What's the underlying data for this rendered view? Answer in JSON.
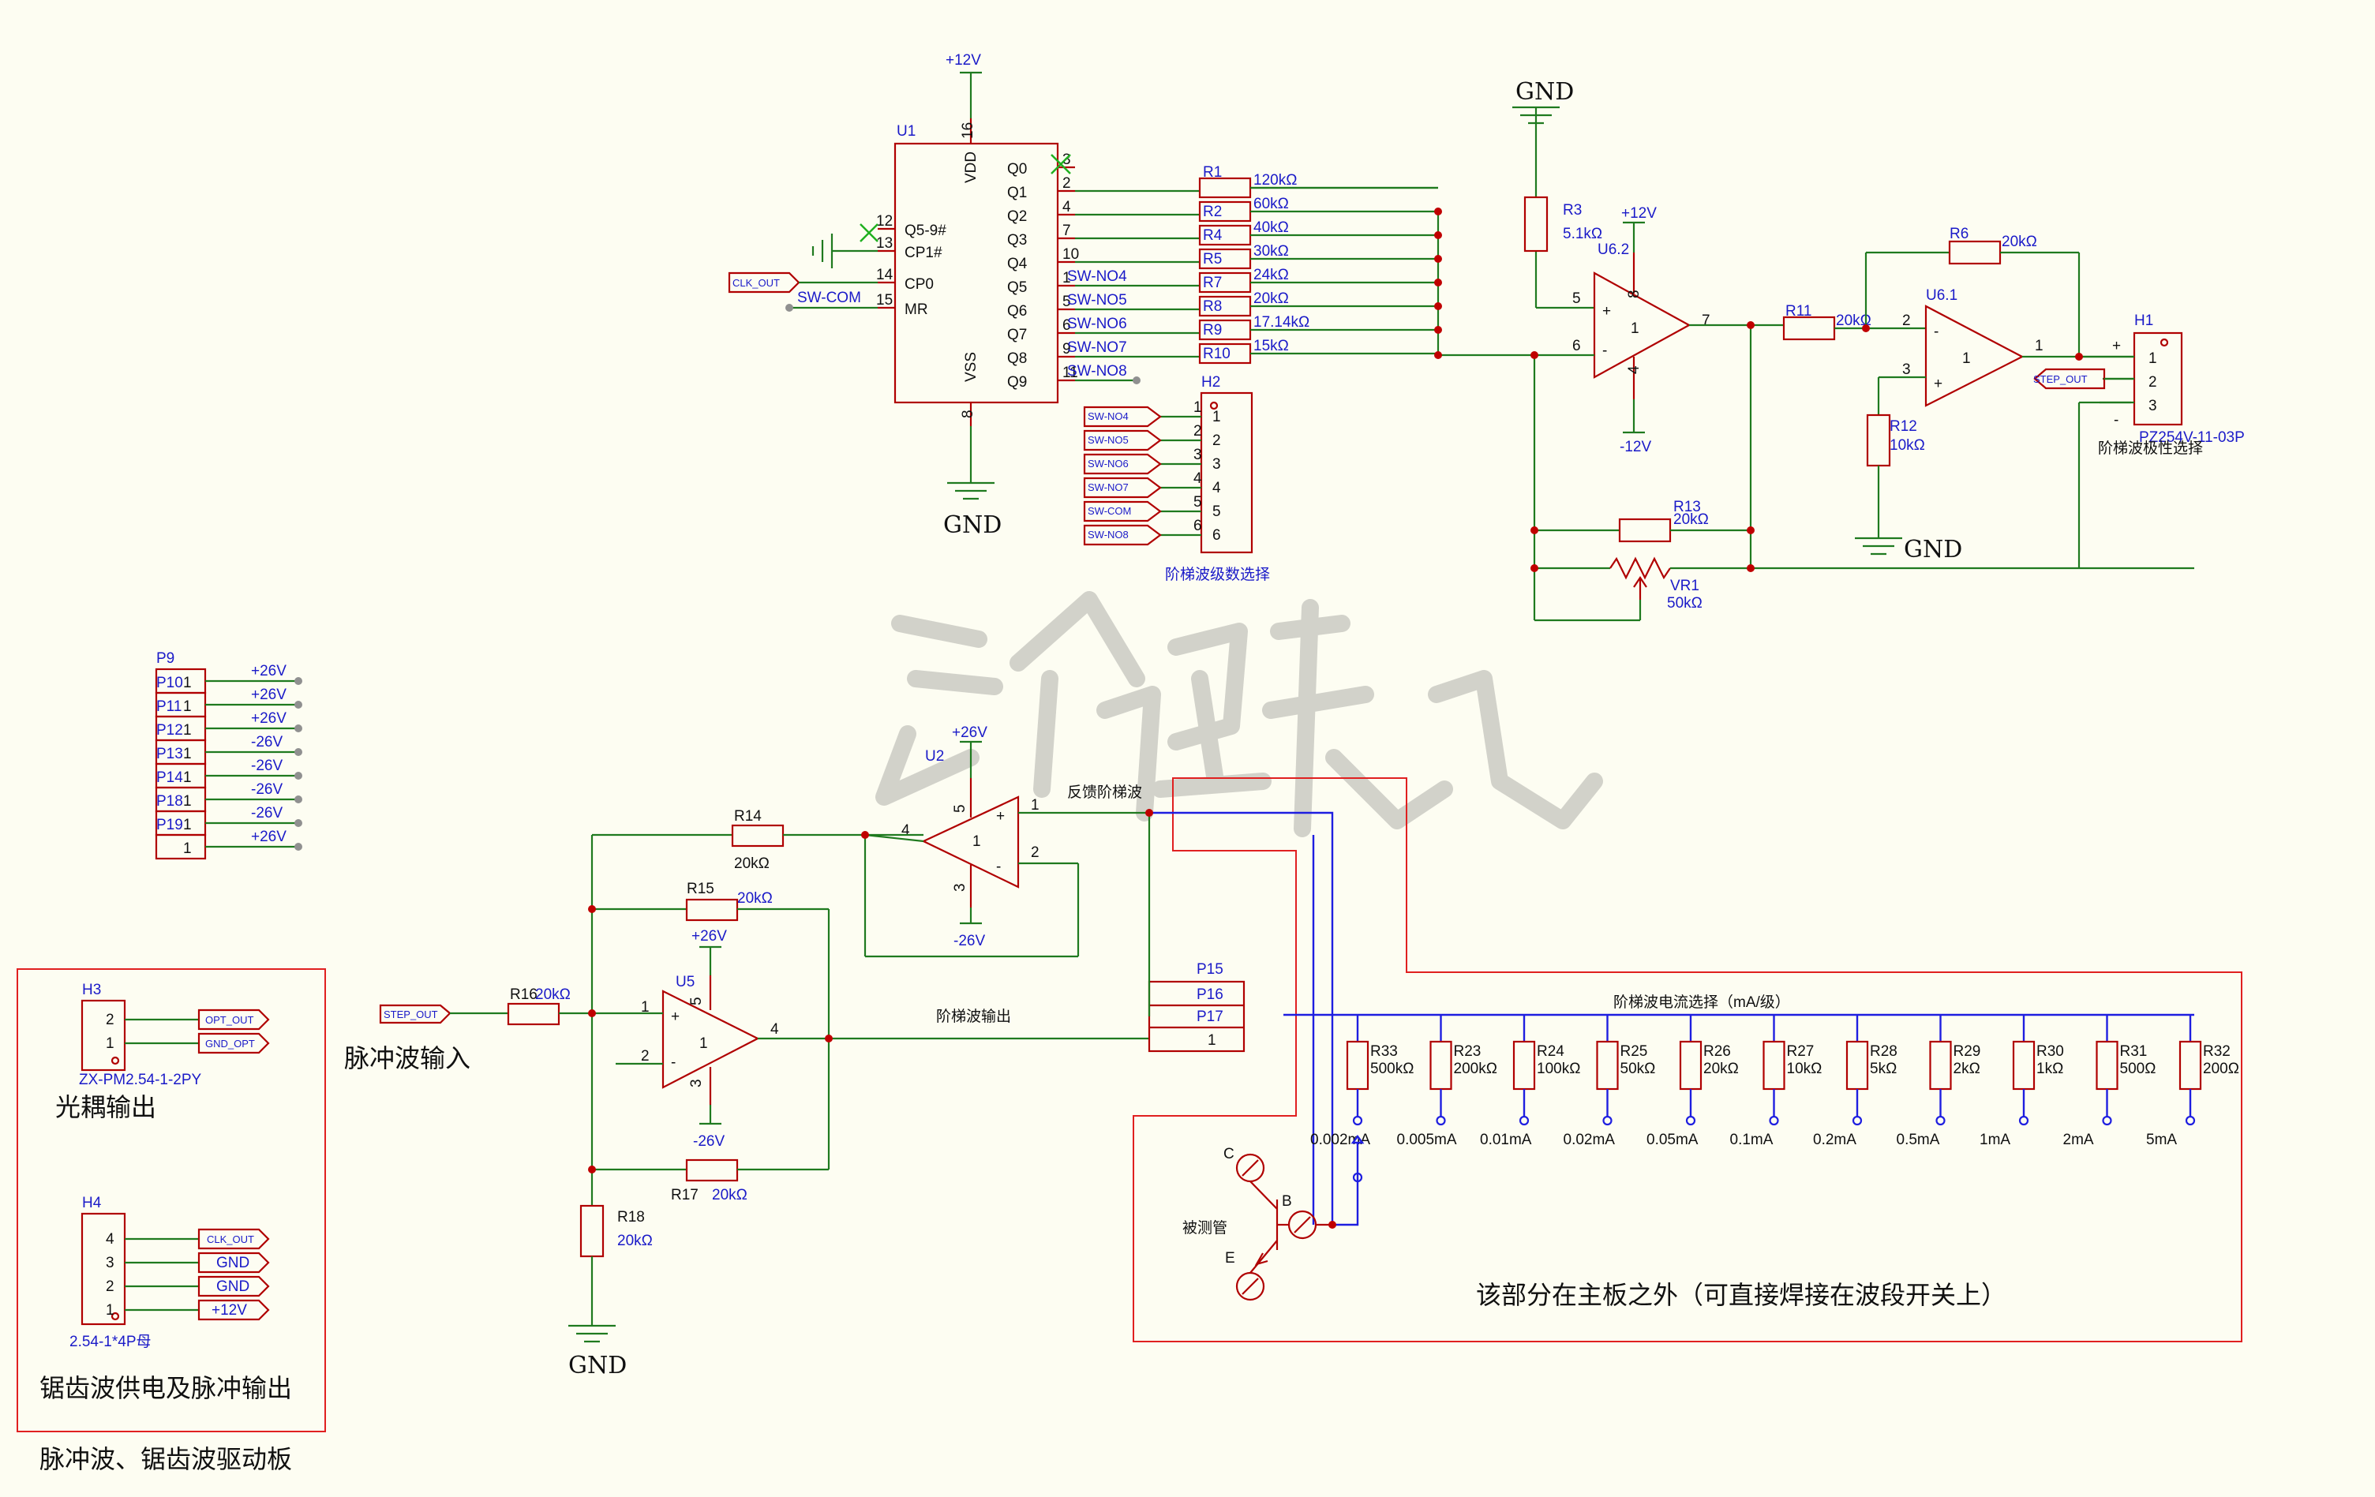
{
  "colors": {
    "wire": "#1f7a1f",
    "bus": "#1e1ee0",
    "part": "#b00000",
    "frame": "#e02020",
    "text": "#1a1ac8"
  },
  "power": {
    "p12": "+12V",
    "n12": "-12V",
    "p26": "+26V",
    "n26": "-26V",
    "gnd": "GND"
  },
  "u1": {
    "ref": "U1",
    "vdd": "VDD",
    "vss": "VSS",
    "pin_vdd": "16",
    "pin_vss": "8",
    "inputs": [
      {
        "pin": "12",
        "name": "Q5-9#"
      },
      {
        "pin": "13",
        "name": "CP1#"
      },
      {
        "pin": "14",
        "name": "CP0"
      },
      {
        "pin": "15",
        "name": "MR"
      }
    ],
    "outputs": [
      {
        "q": "Q0",
        "pin": "3",
        "net": ""
      },
      {
        "q": "Q1",
        "pin": "2",
        "net": ""
      },
      {
        "q": "Q2",
        "pin": "4",
        "net": ""
      },
      {
        "q": "Q3",
        "pin": "7",
        "net": ""
      },
      {
        "q": "Q4",
        "pin": "10",
        "net": ""
      },
      {
        "q": "Q5",
        "pin": "1",
        "net": "SW-NO4"
      },
      {
        "q": "Q6",
        "pin": "5",
        "net": "SW-NO5"
      },
      {
        "q": "Q7",
        "pin": "6",
        "net": "SW-NO6"
      },
      {
        "q": "Q8",
        "pin": "9",
        "net": "SW-NO7"
      },
      {
        "q": "Q9",
        "pin": "11",
        "net": "SW-NO8"
      }
    ],
    "clk_tag": "CLK_OUT",
    "swcom": "SW-COM"
  },
  "rladder": [
    {
      "ref": "R1",
      "val": "120kΩ"
    },
    {
      "ref": "R2",
      "val": "60kΩ"
    },
    {
      "ref": "R4",
      "val": "40kΩ"
    },
    {
      "ref": "R5",
      "val": "30kΩ"
    },
    {
      "ref": "R7",
      "val": "24kΩ"
    },
    {
      "ref": "R8",
      "val": "20kΩ"
    },
    {
      "ref": "R9",
      "val": "17.14kΩ"
    },
    {
      "ref": "R10",
      "val": "15kΩ"
    }
  ],
  "h2": {
    "ref": "H2",
    "title": "阶梯波级数选择",
    "pins": [
      "1",
      "2",
      "3",
      "4",
      "5",
      "6"
    ],
    "tags": [
      "SW-NO4",
      "SW-NO5",
      "SW-NO6",
      "SW-NO7",
      "SW-COM",
      "SW-NO8"
    ]
  },
  "u62": {
    "ref": "U6.2",
    "pin_in_p": "5",
    "pin_in_n": "6",
    "pin_out": "7",
    "pin_vp": "8",
    "pin_vn": "4",
    "plus": "+",
    "minus": "-",
    "unit": "1"
  },
  "u61": {
    "ref": "U6.1",
    "pin_in_n": "2",
    "pin_in_p": "3",
    "pin_out": "1",
    "plus": "+",
    "minus": "-",
    "unit": "1"
  },
  "r3": {
    "ref": "R3",
    "val": "5.1kΩ"
  },
  "r6": {
    "ref": "R6",
    "val": "20kΩ"
  },
  "r11": {
    "ref": "R11",
    "val": "20kΩ"
  },
  "r12": {
    "ref": "R12",
    "val": "10kΩ"
  },
  "r13": {
    "ref": "R13",
    "val": "20kΩ"
  },
  "vr1": {
    "ref": "VR1",
    "val": "50kΩ"
  },
  "h1": {
    "ref": "H1",
    "part": "PZ254V-11-03P",
    "title": "阶梯波极性选择",
    "pins": [
      "1",
      "2",
      "3"
    ],
    "plus": "+",
    "minus": "-",
    "tag": "STEP_OUT"
  },
  "p9": {
    "ref": "P9",
    "rows": [
      {
        "ref": "P10",
        "pin": "1",
        "net": "+26V"
      },
      {
        "ref": "P11",
        "pin": "1",
        "net": "+26V"
      },
      {
        "ref": "P12",
        "pin": "1",
        "net": "+26V"
      },
      {
        "ref": "P13",
        "pin": "1",
        "net": "-26V"
      },
      {
        "ref": "P14",
        "pin": "1",
        "net": "-26V"
      },
      {
        "ref": "P18",
        "pin": "1",
        "net": "-26V"
      },
      {
        "ref": "P19",
        "pin": "1",
        "net": "-26V"
      },
      {
        "ref": "",
        "pin": "1",
        "net": "+26V"
      }
    ]
  },
  "u2": {
    "ref": "U2",
    "label": "反馈阶梯波",
    "pin4": "4",
    "pin2": "2",
    "pin1": "1",
    "pin5": "5",
    "pin3": "3",
    "unit": "1",
    "plus": "+",
    "minus": "-"
  },
  "r14": {
    "ref": "R14",
    "val": "20kΩ"
  },
  "r15": {
    "ref": "R15",
    "val": "20kΩ"
  },
  "r16": {
    "ref": "R16",
    "val": "20kΩ"
  },
  "r17": {
    "ref": "R17",
    "val": "20kΩ"
  },
  "r18": {
    "ref": "R18",
    "val": "20kΩ"
  },
  "u5": {
    "ref": "U5",
    "pin1": "1",
    "pin2": "2",
    "pin4": "4",
    "pin5": "5",
    "pin3": "3",
    "unit": "1",
    "plus": "+",
    "minus": "-"
  },
  "step_tag": "STEP_OUT",
  "pulse_in": "脉冲波输入",
  "step_out_label": "阶梯波输出",
  "p15": {
    "ref": "P15",
    "rows": [
      {
        "ref": "P16",
        "pin": "1"
      },
      {
        "ref": "P17",
        "pin": "1"
      },
      {
        "ref": "",
        "pin": "1"
      }
    ]
  },
  "h3": {
    "ref": "H3",
    "part": "ZX-PM2.54-1-2PY",
    "title": "光耦输出",
    "pins": [
      "2",
      "1"
    ],
    "tags": [
      "OPT_OUT",
      "GND_OPT"
    ]
  },
  "h4": {
    "ref": "H4",
    "part": "2.54-1*4P母",
    "title": "锯齿波供电及脉冲输出",
    "pins": [
      "4",
      "3",
      "2",
      "1"
    ],
    "tags": [
      "CLK_OUT",
      "GND",
      "GND",
      "+12V"
    ]
  },
  "board_title": "脉冲波、锯齿波驱动板",
  "iselect": {
    "title": "阶梯波电流选择（mA/级）",
    "rows": [
      {
        "ref": "R33",
        "val": "500kΩ",
        "cur": "0.002mA"
      },
      {
        "ref": "R23",
        "val": "200kΩ",
        "cur": "0.005mA"
      },
      {
        "ref": "R24",
        "val": "100kΩ",
        "cur": "0.01mA"
      },
      {
        "ref": "R25",
        "val": "50kΩ",
        "cur": "0.02mA"
      },
      {
        "ref": "R26",
        "val": "20kΩ",
        "cur": "0.05mA"
      },
      {
        "ref": "R27",
        "val": "10kΩ",
        "cur": "0.1mA"
      },
      {
        "ref": "R28",
        "val": "5kΩ",
        "cur": "0.2mA"
      },
      {
        "ref": "R29",
        "val": "2kΩ",
        "cur": "0.5mA"
      },
      {
        "ref": "R30",
        "val": "1kΩ",
        "cur": "1mA"
      },
      {
        "ref": "R31",
        "val": "500Ω",
        "cur": "2mA"
      },
      {
        "ref": "R32",
        "val": "200Ω",
        "cur": "5mA"
      }
    ],
    "dut": "被测管",
    "c": "C",
    "b": "B",
    "e": "E",
    "note": "该部分在主板之外（可直接焊接在波段开关上）"
  }
}
